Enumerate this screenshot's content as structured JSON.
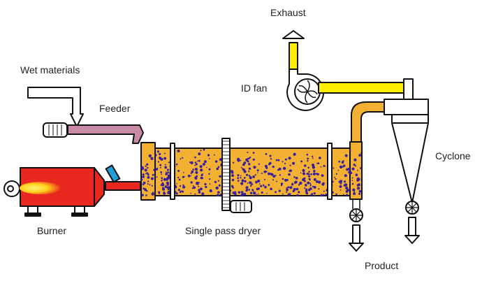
{
  "labels": {
    "exhaust": "Exhaust",
    "wet_materials": "Wet materials",
    "feeder": "Feeder",
    "id_fan": "ID fan",
    "cyclone": "Cyclone",
    "burner": "Burner",
    "dryer": "Single pass dryer",
    "product": "Product"
  },
  "colors": {
    "drum": "#f2b132",
    "particles": "#3a1f9e",
    "burner": "#e8281e",
    "flame": "#ffe21a",
    "exhaust_pipe": "#ffee00",
    "inlet_pipe": "#1e9fd8",
    "outline": "#111111"
  }
}
